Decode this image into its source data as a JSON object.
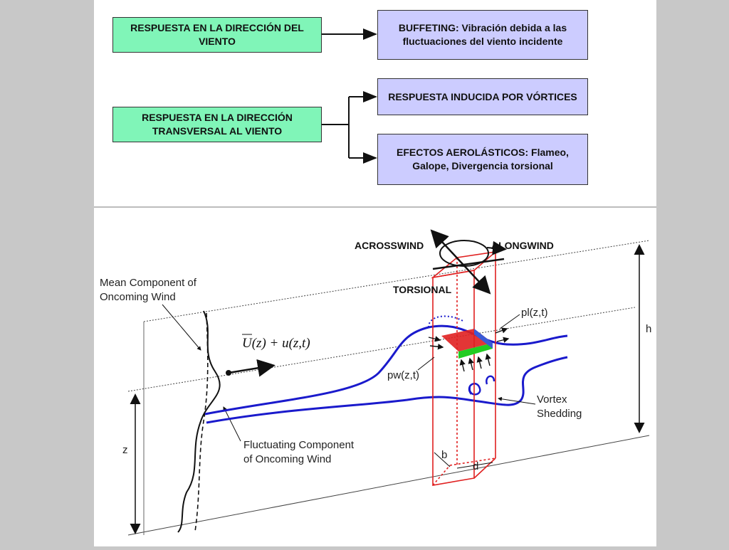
{
  "flowchart": {
    "along_wind_response": "RESPUESTA EN LA DIRECCIÓN DEL VIENTO",
    "buffeting": "BUFFETING: Vibración debida a las fluctuaciones del viento incidente",
    "cross_wind_response": "RESPUESTA EN LA DIRECCIÓN TRANSVERSAL AL VIENTO",
    "vortex_response": "RESPUESTA INDUCIDA POR VÓRTICES",
    "aeroelastic": "EFECTOS AEROLÁSTICOS: Flameo, Galope, Divergencia torsional",
    "colors": {
      "response_box": "#80f5b8",
      "effect_box": "#ccccff"
    }
  },
  "diagram": {
    "acrosswind": "ACROSSWIND",
    "alongwind": "ALONGWIND",
    "torsional": "TORSIONAL",
    "mean_component_line1": "Mean Component of",
    "mean_component_line2": "Oncoming Wind",
    "velocity_formula": "U(z) + u(z,t)",
    "fluct_line1": "Fluctuating Component",
    "fluct_line2": "of Oncoming Wind",
    "pl": "pl(z,t)",
    "pw": "pw(z,t)",
    "vortex_line1": "Vortex",
    "vortex_line2": "Shedding",
    "h_label": "h",
    "z_label": "z",
    "b_label": "b",
    "d_label": "d",
    "colors": {
      "flow_line": "#1a1acc",
      "structure": "#e02020",
      "side_face": "#22cc22"
    }
  }
}
